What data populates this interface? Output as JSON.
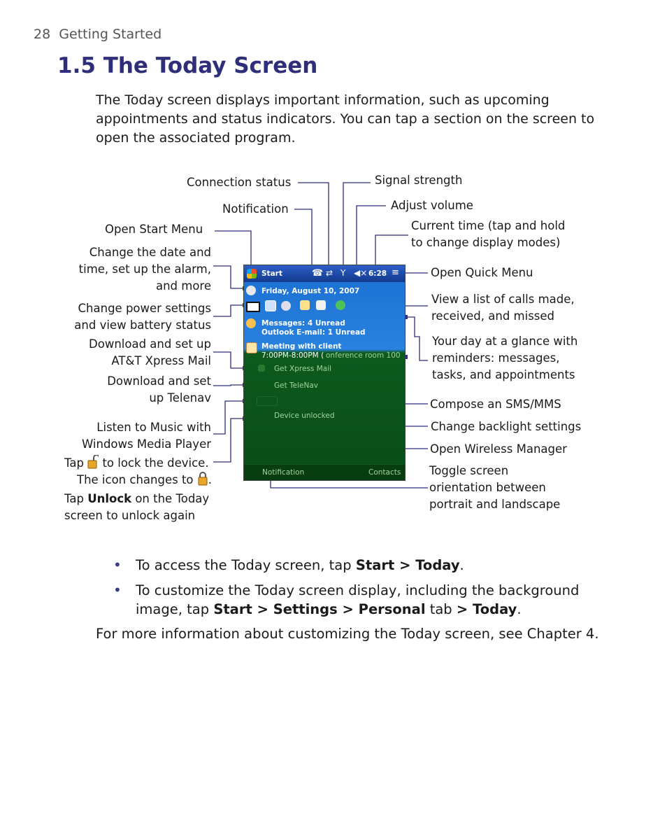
{
  "header": {
    "page_number": "28",
    "section": "Getting Started"
  },
  "title": "1.5 The Today Screen",
  "intro": "The Today screen displays important information, such as upcoming appointments and status indicators. You can tap a section on the screen to open the associated program.",
  "callouts": {
    "connection_status": "Connection status",
    "signal_strength": "Signal strength",
    "notification": "Notification",
    "adjust_volume": "Adjust volume",
    "open_start_menu": "Open Start Menu",
    "current_time": "Current time (tap and hold to change display modes)",
    "change_date": "Change the date and time, set up the alarm, and more",
    "open_quick_menu": "Open Quick Menu",
    "change_power": "Change power settings and view battery status",
    "view_calls": "View a list of calls made, received, and missed",
    "download_xpress": "Download and set up AT&T Xpress Mail",
    "your_day": "Your day at a glance with reminders: messages, tasks, and appointments",
    "download_telenav": "Download and set up Telenav",
    "compose_sms": "Compose an SMS/MMS",
    "listen_music": "Listen to Music with Windows Media Player",
    "change_backlight": "Change backlight settings",
    "open_wireless": "Open Wireless Manager",
    "lock_line1_pre": "Tap",
    "lock_line1_post": "to lock the device.",
    "lock_line2": "The icon changes to",
    "lock_line3_pre": "Tap",
    "lock_line3_bold": "Unlock",
    "lock_line3_post": "on the Today",
    "lock_line4": "screen to unlock again",
    "toggle_screen": "Toggle screen orientation between portrait and landscape"
  },
  "phone": {
    "start": "Start",
    "time": "6:28",
    "date": "Friday, August 10, 2007",
    "messages": "Messages: 4 Unread",
    "outlook": "Outlook E-mail: 1 Unread",
    "meeting": "Meeting with client",
    "meeting_time": "7:00PM-8:00PM (",
    "meeting_place": "onference room 100",
    "xpress": "Get Xpress Mail",
    "telenav": "Get TeleNav",
    "device_unlocked": "Device unlocked",
    "soft_left": "Notification",
    "soft_right": "Contacts"
  },
  "bullets": [
    {
      "pre": "To access the Today screen, tap ",
      "bold": "Start > Today",
      "post": "."
    },
    {
      "pre": "To customize the Today screen display, including the background image, tap ",
      "bold": "Start > Settings > Personal",
      "mid": " tab ",
      "bold2": "> Today",
      "post": "."
    }
  ],
  "bullet_glyph": "•",
  "footer": "For more information about customizing the Today screen, see Chapter 4.",
  "colors": {
    "title": "#2e2e7a",
    "leader": "#2e2e7a",
    "screen_blue": "#1a6fd0",
    "screen_green": "#0a4c17"
  }
}
